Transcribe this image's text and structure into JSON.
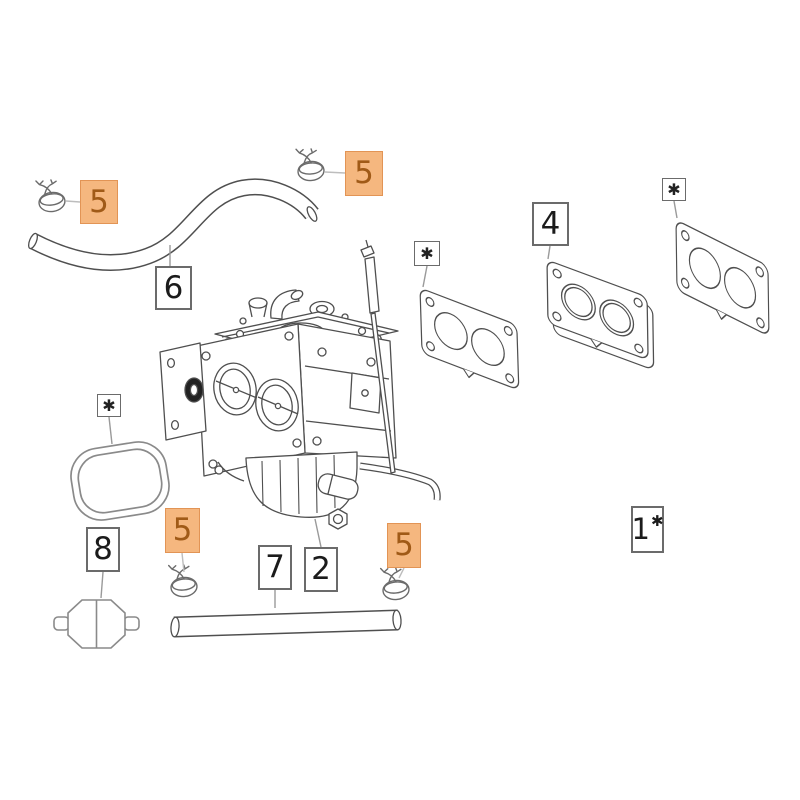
{
  "diagram": {
    "type": "exploded-parts-diagram",
    "background": "#ffffff",
    "colors": {
      "line": "#4f4f4f",
      "light_line": "#8a8a8a",
      "leader": "#9a9a9a",
      "leader_light": "#bdbdbd",
      "box_border": "#6b6b6b",
      "box_text": "#1b1b1b",
      "highlight_fill": "#f5b77f",
      "highlight_border": "#e29455",
      "highlight_text": "#a05a17"
    },
    "callouts": {
      "c5_top_left": "5",
      "c5_top_center": "5",
      "c6": "6",
      "ast_left": "✱",
      "c4": "4",
      "ast_right": "✱",
      "ast_seal": "✱",
      "c8": "8",
      "c5_bottom_left": "5",
      "c7": "7",
      "c2": "2",
      "c5_bottom_right": "5",
      "c1": {
        "number": "1",
        "star": "✱"
      }
    },
    "parts": {
      "hose_clamp": {
        "callout": "5",
        "occurrences": 4
      },
      "upper_fuel_hose": {
        "callout": "6"
      },
      "carburetor": {
        "callout": "2"
      },
      "insulator_spacer": {
        "callout": "4"
      },
      "carburetor_gasket_front": {
        "callout": "✱"
      },
      "carburetor_gasket_rear": {
        "callout": "✱"
      },
      "oval_seal_ring": {
        "callout": "✱"
      },
      "fuel_filter": {
        "callout": "8"
      },
      "lower_fuel_hose": {
        "callout": "7"
      },
      "carburetor_assembly_kit": {
        "callout": "1✱"
      }
    }
  }
}
